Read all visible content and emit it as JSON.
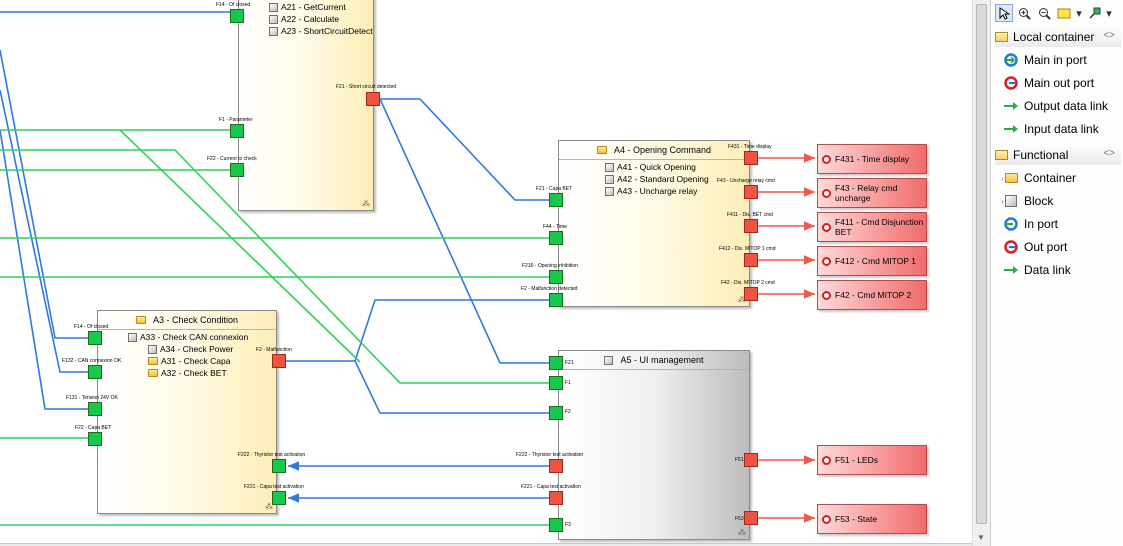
{
  "blocks": {
    "a2": {
      "subs": [
        "A21 - GetCurrent",
        "A22 - Calculate",
        "A23 - ShortCircuitDetect"
      ],
      "ports": {
        "in1": "F14 - Of closed",
        "in2": "F1 - Parameter",
        "in3": "F22 - Current to check",
        "out1": "F21 - Short circuit detected"
      }
    },
    "a3": {
      "title": "A3 - Check Condition",
      "subs": [
        "A33 - Check CAN connexion",
        "A34 - Check Power",
        "A31 - Check Capa",
        "A32 - Check BET"
      ],
      "ports": {
        "in1": "F14 - Of closed",
        "in2": "F132 - CAN connexion OK",
        "in3": "F131 - Tension 24V OK",
        "in4": "F22 - Capa BET",
        "out1": "F2 - Malfunction",
        "in5": "F222 - Thyristor test activation",
        "in6": "F221 - Capa test activation"
      }
    },
    "a4": {
      "title": "A4 - Opening Command",
      "subs": [
        "A41 - Quick Opening",
        "A42 - Standard Opening",
        "A43 - Uncharge relay"
      ],
      "ports": {
        "in1": "F21 - Capa BET",
        "in2": "F44 - Time",
        "in3": "F216 - Opening inhibition",
        "in4": "F2 - Malfunction detected",
        "out1": "F431 - Time display",
        "out2": "F43 - Uncharge relay cmd",
        "out3": "F411 - Dis. BET cmd",
        "out4": "F412 - Dis. MITOP 1 cmd",
        "out5": "F42 - Dis. MITOP 2 cmd"
      }
    },
    "a5": {
      "title": "A5 - UI management",
      "ports": {
        "in1": "F21",
        "in2": "F1",
        "in3": "F2",
        "out1": "F222 - Thyristor test activation",
        "out2": "F221 - Capa test activation",
        "in4": "F3",
        "out3": "F51",
        "out4": "F53"
      }
    }
  },
  "externals": [
    "F431 - Time display",
    "F43 - Relay cmd uncharge",
    "F411 - Cmd Disjunction BET",
    "F412 - Cmd MITOP 1",
    "F42 - Cmd MITOP 2",
    "F51 - LEDs",
    "F53 - State"
  ],
  "palette": {
    "local_container": {
      "title": "Local container",
      "items": [
        "Main in port",
        "Main out port",
        "Output data link",
        "Input data link"
      ]
    },
    "functional": {
      "title": "Functional",
      "items": [
        "Container",
        "Block",
        "In port",
        "Out port",
        "Data link"
      ]
    }
  },
  "colors": {
    "flow_link": "#2f78e0",
    "data_link": "#2ed15b",
    "output_link": "#f0584a",
    "in_port": "#17c94b",
    "out_port": "#ef5442"
  }
}
